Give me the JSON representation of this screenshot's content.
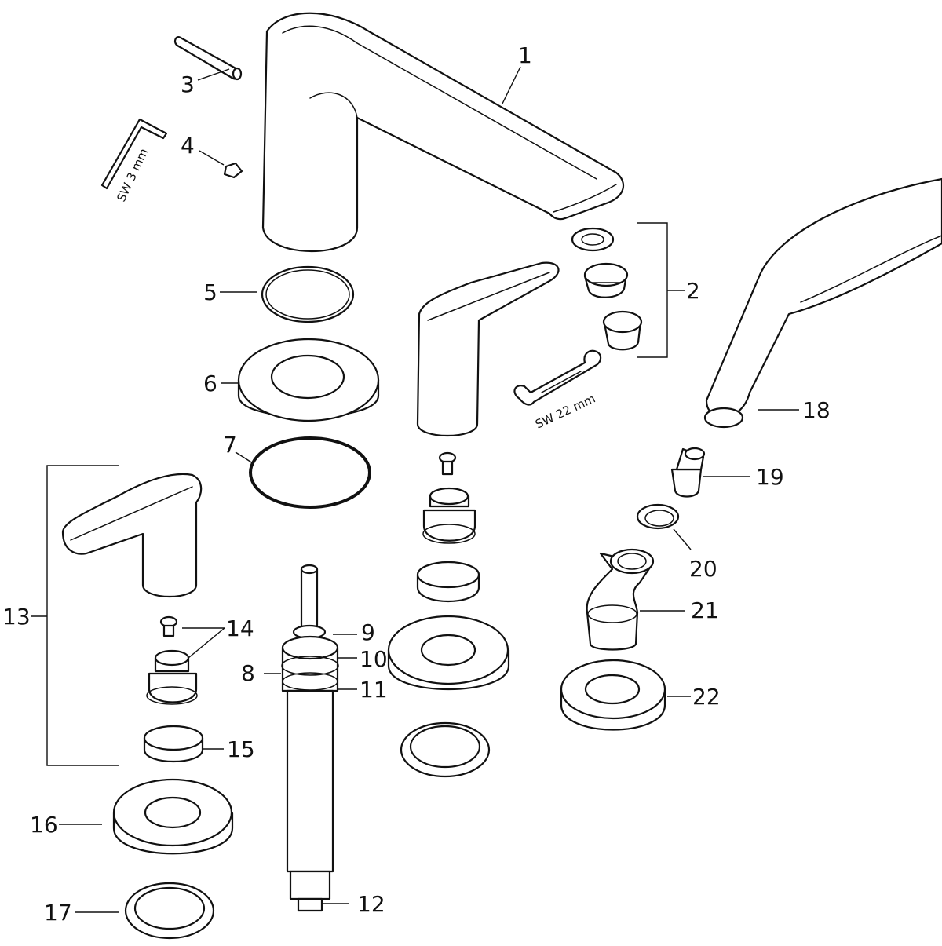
{
  "labels": {
    "l1": "1",
    "l2": "2",
    "l3": "3",
    "l4": "4",
    "l5": "5",
    "l6": "6",
    "l7": "7",
    "l8": "8",
    "l9": "9",
    "l10": "10",
    "l11": "11",
    "l12": "12",
    "l13": "13",
    "l14": "14",
    "l15": "15",
    "l16": "16",
    "l17": "17",
    "l18": "18",
    "l19": "19",
    "l20": "20",
    "l21": "21",
    "l22": "22"
  },
  "tools": {
    "hex_key": "SW 3 mm",
    "wrench": "SW 22 mm"
  }
}
